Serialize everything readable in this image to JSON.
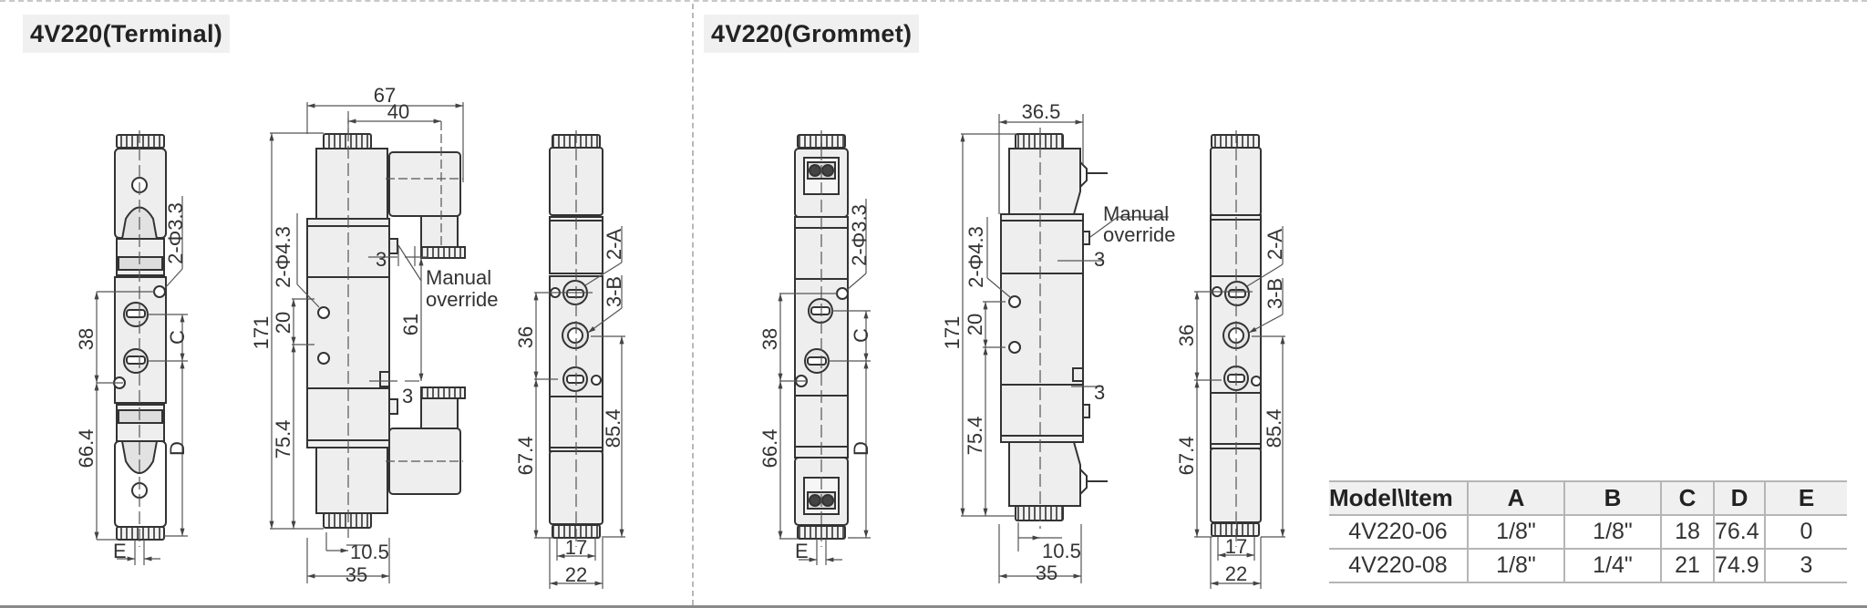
{
  "sections": {
    "left_title": "4V220(Terminal)",
    "right_title": "4V220(Grommet)"
  },
  "terminal": {
    "front": {
      "hole_label": "2-Φ3.3",
      "dim_38": "38",
      "dim_66_4": "66.4",
      "dim_C": "C",
      "dim_D": "D",
      "dim_E": "E"
    },
    "side": {
      "dim_67": "67",
      "dim_40": "40",
      "dim_171": "171",
      "hole_label": "2-Φ4.3",
      "dim_20": "20",
      "dim_75_4": "75.4",
      "dim_3_top": "3",
      "dim_3_bottom": "3",
      "dim_61": "61",
      "manual_override_1": "Manual",
      "manual_override_2": "override",
      "dim_10_5": "10.5",
      "dim_35": "35"
    },
    "rear": {
      "port_A": "2-A",
      "port_B": "3-B",
      "dim_36": "36",
      "dim_67_4": "67.4",
      "dim_85_4": "85.4",
      "dim_17": "17",
      "dim_22": "22"
    }
  },
  "grommet": {
    "front": {
      "hole_label": "2-Φ3.3",
      "dim_38": "38",
      "dim_66_4": "66.4",
      "dim_C": "C",
      "dim_D": "D",
      "dim_E": "E"
    },
    "side": {
      "dim_36_5": "36.5",
      "dim_171": "171",
      "hole_label": "2-Φ4.3",
      "dim_20": "20",
      "dim_75_4": "75.4",
      "dim_3_top": "3",
      "dim_3_bottom": "3",
      "manual_override_1": "Manual",
      "manual_override_2": "override",
      "dim_10_5": "10.5",
      "dim_35": "35"
    },
    "rear": {
      "port_A": "2-A",
      "port_B": "3-B",
      "dim_36": "36",
      "dim_67_4": "67.4",
      "dim_85_4": "85.4",
      "dim_17": "17",
      "dim_22": "22"
    }
  },
  "spec_table": {
    "headers": [
      "Model\\Item",
      "A",
      "B",
      "C",
      "D",
      "E"
    ],
    "rows": [
      [
        "4V220-06",
        "1/8\"",
        "1/8\"",
        "18",
        "76.4",
        "0"
      ],
      [
        "4V220-08",
        "1/8\"",
        "1/4\"",
        "21",
        "74.9",
        "3"
      ]
    ]
  },
  "colors": {
    "body_fill": "#eeeeee",
    "outline": "#333333",
    "dimension_line": "#555555",
    "title_bg": "#f0f0f0"
  }
}
